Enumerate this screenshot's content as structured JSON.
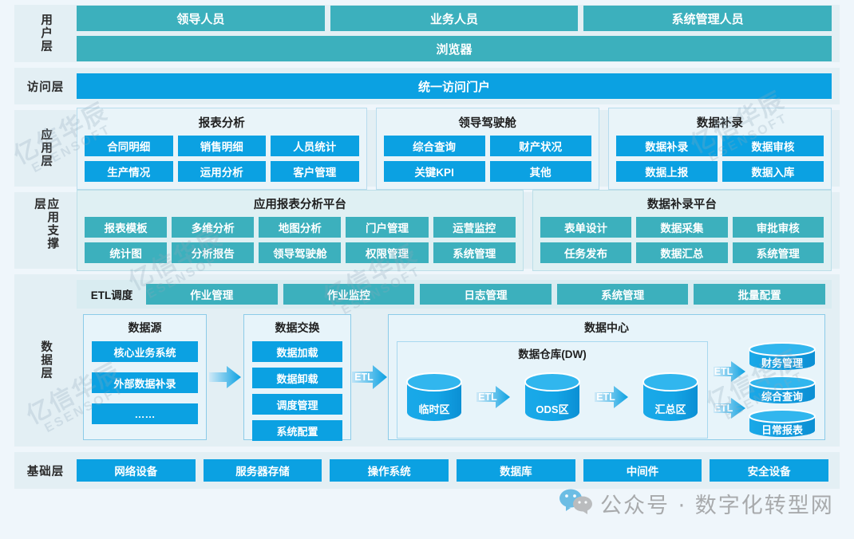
{
  "colors": {
    "teal": "#3cb0bd",
    "blue": "#0ba1e2",
    "band_bg": "#e3eff4",
    "page_bg": "#eff6fb",
    "group_border": "#b8dced"
  },
  "layers": {
    "user": {
      "label": "用户层",
      "roles": [
        "领导人员",
        "业务人员",
        "系统管理人员"
      ],
      "browser": "浏览器"
    },
    "access": {
      "label": "访问层",
      "portal": "统一访问门户"
    },
    "application": {
      "label": "应用层",
      "groups": [
        {
          "title": "报表分析",
          "items": [
            "合同明细",
            "销售明细",
            "人员统计",
            "生产情况",
            "运用分析",
            "客户管理"
          ],
          "cols": 3
        },
        {
          "title": "领导驾驶舱",
          "items": [
            "综合查询",
            "财产状况",
            "关键KPI",
            "其他"
          ],
          "cols": 2
        },
        {
          "title": "数据补录",
          "items": [
            "数据补录",
            "数据审核",
            "数据上报",
            "数据入库"
          ],
          "cols": 2
        }
      ]
    },
    "support": {
      "label": "应用支撑层",
      "groups": [
        {
          "title": "应用报表分析平台",
          "items": [
            "报表模板",
            "多维分析",
            "地图分析",
            "门户管理",
            "运营监控",
            "统计图",
            "分析报告",
            "领导驾驶舱",
            "权限管理",
            "系统管理"
          ]
        },
        {
          "title": "数据补录平台",
          "items": [
            "表单设计",
            "数据采集",
            "审批审核",
            "任务发布",
            "数据汇总",
            "系统管理"
          ]
        }
      ]
    },
    "data": {
      "label": "数据层",
      "etl_schedule": {
        "label": "ETL调度",
        "items": [
          "作业管理",
          "作业监控",
          "日志管理",
          "系统管理",
          "批量配置"
        ]
      },
      "source": {
        "title": "数据源",
        "items": [
          "核心业务系统",
          "外部数据补录",
          "……"
        ]
      },
      "exchange": {
        "title": "数据交换",
        "items": [
          "数据加载",
          "数据卸载",
          "调度管理",
          "系统配置"
        ]
      },
      "center": {
        "title": "数据中心",
        "warehouse": {
          "title": "数据仓库(DW)",
          "zones": [
            "临时区",
            "ODS区",
            "汇总区"
          ],
          "arrow_labels": [
            "ETL",
            "ETL"
          ]
        },
        "outputs": [
          "财务管理",
          "综合查询",
          "日常报表"
        ],
        "output_arrow_labels": [
          "ETL",
          "ETL"
        ]
      },
      "flow_arrow_label": "ETL"
    },
    "base": {
      "label": "基础层",
      "items": [
        "网络设备",
        "服务器存储",
        "操作系统",
        "数据库",
        "中间件",
        "安全设备"
      ]
    }
  },
  "watermarks": {
    "corp_line1": "亿信华辰",
    "corp_line2": "ESENSOFT",
    "brand": "公众号 · 数字化转型网",
    "brand_icon": "wechat-icon"
  }
}
